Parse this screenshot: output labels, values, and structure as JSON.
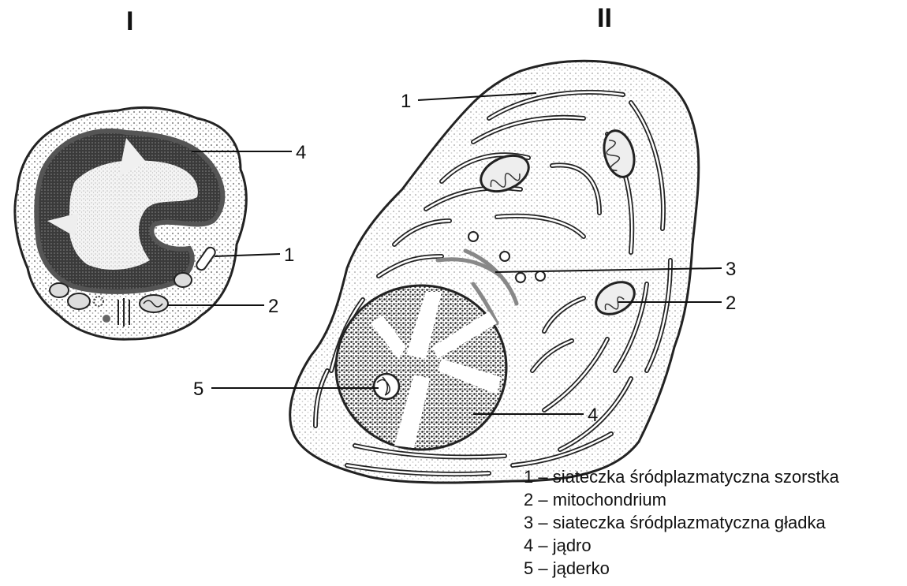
{
  "titles": {
    "cell_1": "I",
    "cell_2": "II"
  },
  "cell_1_labels": [
    "4",
    "1",
    "2"
  ],
  "cell_2_labels": [
    "1",
    "3",
    "2",
    "5",
    "4"
  ],
  "legend": [
    "1 – siateczka śródplazmatyczna szorstka",
    "2 – mitochondrium",
    "3 – siateczka śródplazmatyczna gładka",
    "4 – jądro",
    "5 – jąderko"
  ]
}
